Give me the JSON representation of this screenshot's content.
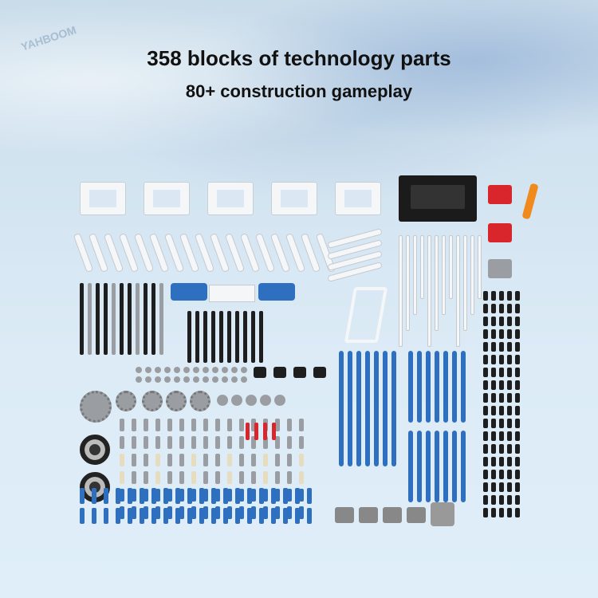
{
  "headline": "358 blocks of technology parts",
  "subheadline": "80+ construction gameplay",
  "watermark_logo": "YAHBOOM",
  "colors": {
    "background": "#d3e4f1",
    "beam_white": "#f4f6f8",
    "beam_blue": "#2f6fc0",
    "beam_black": "#1e1e1e",
    "gray": "#9a9ea3",
    "red": "#d8262c",
    "orange": "#f08a1c",
    "tan": "#e6dcc0"
  },
  "icons": [
    "frame-part",
    "controller-board",
    "servo-motor",
    "gear",
    "wheel",
    "beam",
    "pin",
    "axle"
  ]
}
